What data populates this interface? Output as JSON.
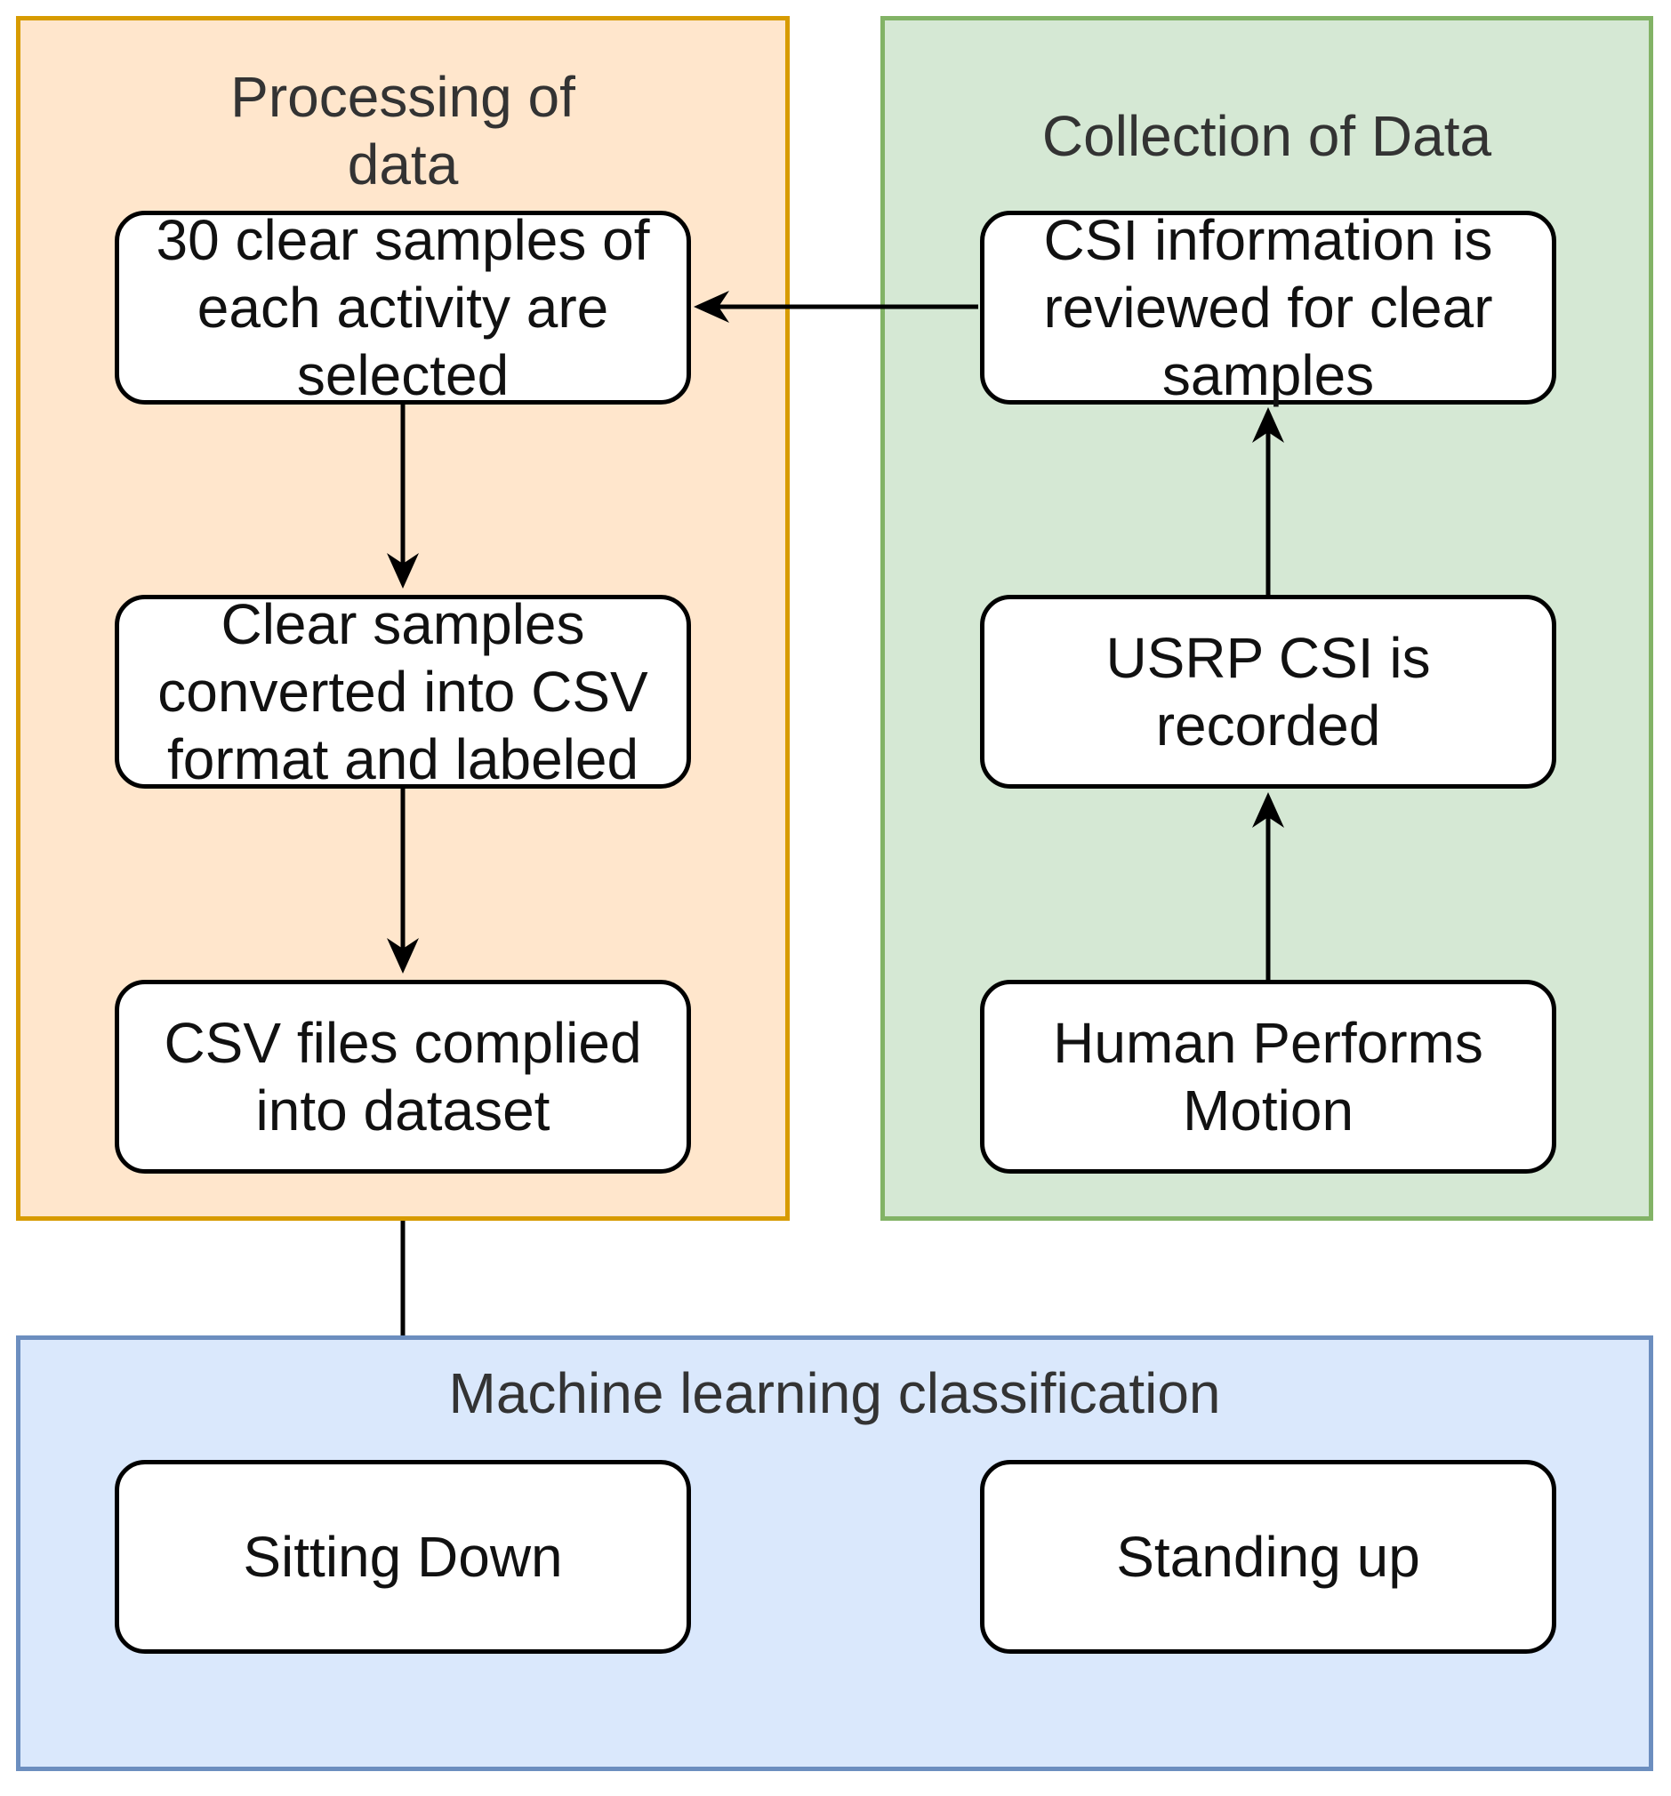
{
  "colors": {
    "processing_fill": "#ffe6cc",
    "processing_border": "#d79b00",
    "collection_fill": "#d5e8d4",
    "collection_border": "#82b366",
    "ml_fill": "#dae8fc",
    "ml_border": "#6c8ebf",
    "node_fill": "#ffffff",
    "edge": "#000000"
  },
  "panels": {
    "processing": {
      "title": "Processing of\ndata",
      "nodes": {
        "select": "30 clear samples of\neach activity are\nselected",
        "convert": "Clear samples\nconverted into CSV\nformat and labeled",
        "compile": "CSV files complied\ninto dataset"
      }
    },
    "collection": {
      "title": "Collection of Data",
      "nodes": {
        "review": "CSI information is\nreviewed for clear\nsamples",
        "record": "USRP CSI is\nrecorded",
        "motion": "Human Performs\nMotion"
      }
    },
    "ml": {
      "title": "Machine learning classification",
      "nodes": {
        "sitting": "Sitting Down",
        "standing": "Standing up"
      }
    }
  }
}
